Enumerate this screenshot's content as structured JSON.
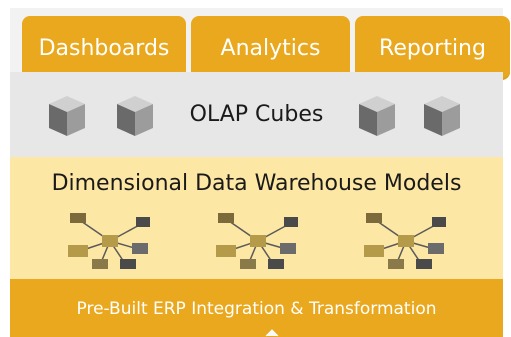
{
  "tiers": {
    "tabs": [
      "Dashboards",
      "Analytics",
      "Reporting"
    ],
    "olap": "OLAP Cubes",
    "warehouse": "Dimensional Data Warehouse Models",
    "integration": "Pre-Built ERP Integration & Transformation"
  },
  "colors": {
    "gold": "#e9a81d",
    "light_gray": "#e7e7e7",
    "light_yellow": "#fde7a5",
    "text_dark": "#1a1a1a",
    "text_light": "#ffffff"
  },
  "icons": {
    "cube": "cube-icon",
    "network": "network-model-icon"
  }
}
